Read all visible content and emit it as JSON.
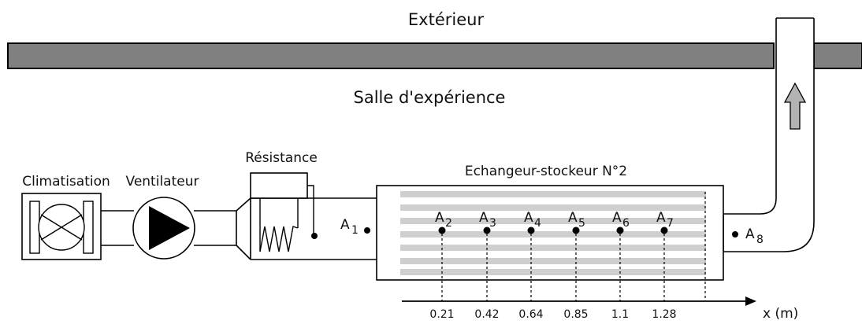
{
  "labels": {
    "exterior": "Extérieur",
    "room": "Salle d'expérience",
    "ac": "Climatisation",
    "fan": "Ventilateur",
    "heater": "Résistance",
    "exchanger": "Echangeur-stockeur N°2",
    "axis": "x (m)"
  },
  "sensors": {
    "inlet": {
      "letter": "A",
      "index": "1"
    },
    "outlet": {
      "letter": "A",
      "index": "8"
    },
    "internal": [
      {
        "letter": "A",
        "index": "2",
        "x_label": "0.21"
      },
      {
        "letter": "A",
        "index": "3",
        "x_label": "0.42"
      },
      {
        "letter": "A",
        "index": "4",
        "x_label": "0.64"
      },
      {
        "letter": "A",
        "index": "5",
        "x_label": "0.85"
      },
      {
        "letter": "A",
        "index": "6",
        "x_label": "1.1"
      },
      {
        "letter": "A",
        "index": "7",
        "x_label": "1.28"
      }
    ]
  },
  "colors": {
    "wall": "#808080",
    "plates": "#cfcfcf",
    "arrow": "#b3b3b3",
    "line": "#000000"
  }
}
